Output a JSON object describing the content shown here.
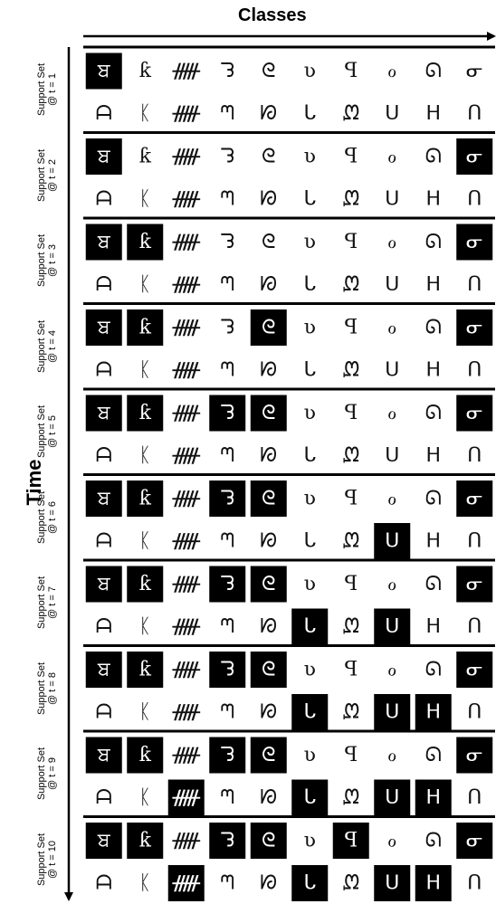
{
  "x_axis_title": "Classes",
  "y_axis_title": "Time",
  "steps": [
    {
      "label_line1": "Support Set",
      "label_line2": "@ t = 1"
    },
    {
      "label_line1": "Support Set",
      "label_line2": "@ t = 2"
    },
    {
      "label_line1": "Support Set",
      "label_line2": "@ t = 3"
    },
    {
      "label_line1": "Support Set",
      "label_line2": "@ t = 4"
    },
    {
      "label_line1": "Support Set",
      "label_line2": "@ t = 5"
    },
    {
      "label_line1": "Support Set",
      "label_line2": "@ t = 6"
    },
    {
      "label_line1": "Support Set",
      "label_line2": "@ t = 7"
    },
    {
      "label_line1": "Support Set",
      "label_line2": "@ t = 8"
    },
    {
      "label_line1": "Support Set",
      "label_line2": "@ t = 9"
    },
    {
      "label_line1": "Support Set",
      "label_line2": "@ t = 10"
    }
  ],
  "glyph_rows": {
    "top": [
      "ਬ",
      "ƙ",
      "ᚏ",
      "ᘊ",
      "ᘓ",
      "ʋ",
      "ꟼ",
      "ℴ",
      "ᘏ",
      "ᓂ"
    ],
    "bottom": [
      "ᗩ",
      "ᛕ",
      "ᚏ",
      "ᘉ",
      "ᘗ",
      "ᒐ",
      "ᘻ",
      "ᑌ",
      "ᕼ",
      "ᑎ"
    ]
  },
  "highlight": [
    {
      "top": [
        1,
        0,
        0,
        0,
        0,
        0,
        0,
        0,
        0,
        0
      ],
      "bottom": [
        0,
        0,
        0,
        0,
        0,
        0,
        0,
        0,
        0,
        0
      ]
    },
    {
      "top": [
        1,
        0,
        0,
        0,
        0,
        0,
        0,
        0,
        0,
        1
      ],
      "bottom": [
        0,
        0,
        0,
        0,
        0,
        0,
        0,
        0,
        0,
        0
      ]
    },
    {
      "top": [
        1,
        1,
        0,
        0,
        0,
        0,
        0,
        0,
        0,
        1
      ],
      "bottom": [
        0,
        0,
        0,
        0,
        0,
        0,
        0,
        0,
        0,
        0
      ]
    },
    {
      "top": [
        1,
        1,
        0,
        0,
        1,
        0,
        0,
        0,
        0,
        1
      ],
      "bottom": [
        0,
        0,
        0,
        0,
        0,
        0,
        0,
        0,
        0,
        0
      ]
    },
    {
      "top": [
        1,
        1,
        0,
        1,
        1,
        0,
        0,
        0,
        0,
        1
      ],
      "bottom": [
        0,
        0,
        0,
        0,
        0,
        0,
        0,
        0,
        0,
        0
      ]
    },
    {
      "top": [
        1,
        1,
        0,
        1,
        1,
        0,
        0,
        0,
        0,
        1
      ],
      "bottom": [
        0,
        0,
        0,
        0,
        0,
        0,
        0,
        1,
        0,
        0
      ]
    },
    {
      "top": [
        1,
        1,
        0,
        1,
        1,
        0,
        0,
        0,
        0,
        1
      ],
      "bottom": [
        0,
        0,
        0,
        0,
        0,
        1,
        0,
        1,
        0,
        0
      ]
    },
    {
      "top": [
        1,
        1,
        0,
        1,
        1,
        0,
        0,
        0,
        0,
        1
      ],
      "bottom": [
        0,
        0,
        0,
        0,
        0,
        1,
        0,
        1,
        1,
        0
      ]
    },
    {
      "top": [
        1,
        1,
        0,
        1,
        1,
        0,
        0,
        0,
        0,
        1
      ],
      "bottom": [
        0,
        0,
        1,
        0,
        0,
        1,
        0,
        1,
        1,
        0
      ]
    },
    {
      "top": [
        1,
        1,
        0,
        1,
        1,
        0,
        1,
        0,
        0,
        1
      ],
      "bottom": [
        0,
        0,
        1,
        0,
        0,
        1,
        0,
        1,
        1,
        0
      ]
    }
  ]
}
